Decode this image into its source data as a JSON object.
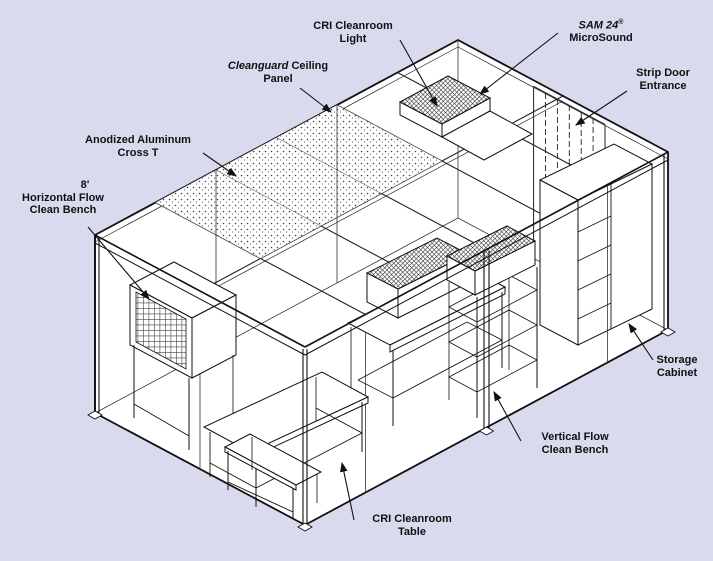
{
  "colors": {
    "background": "#d9daee",
    "ink": "#111111",
    "panel_fill": "#ffffff"
  },
  "labels": {
    "cri_light": {
      "line1": "CRI Cleanroom",
      "line2": "Light"
    },
    "sam24": {
      "brand": "SAM 24",
      "reg": "®",
      "line2": "MicroSound"
    },
    "strip_door": {
      "line1": "Strip Door",
      "line2": "Entrance"
    },
    "cleanguard": {
      "brand": "Cleanguard",
      "rest": " Ceiling",
      "line2": "Panel"
    },
    "cross_t": {
      "line1": "Anodized Aluminum",
      "line2": "Cross T"
    },
    "horiz_bench": {
      "line1": "8'",
      "line2": "Horizontal Flow",
      "line3": "Clean Bench"
    },
    "storage": {
      "line1": "Storage",
      "line2": "Cabinet"
    },
    "vert_bench": {
      "line1": "Vertical Flow",
      "line2": "Clean Bench"
    },
    "table": {
      "line1": "CRI Cleanroom",
      "line2": "Table"
    }
  }
}
